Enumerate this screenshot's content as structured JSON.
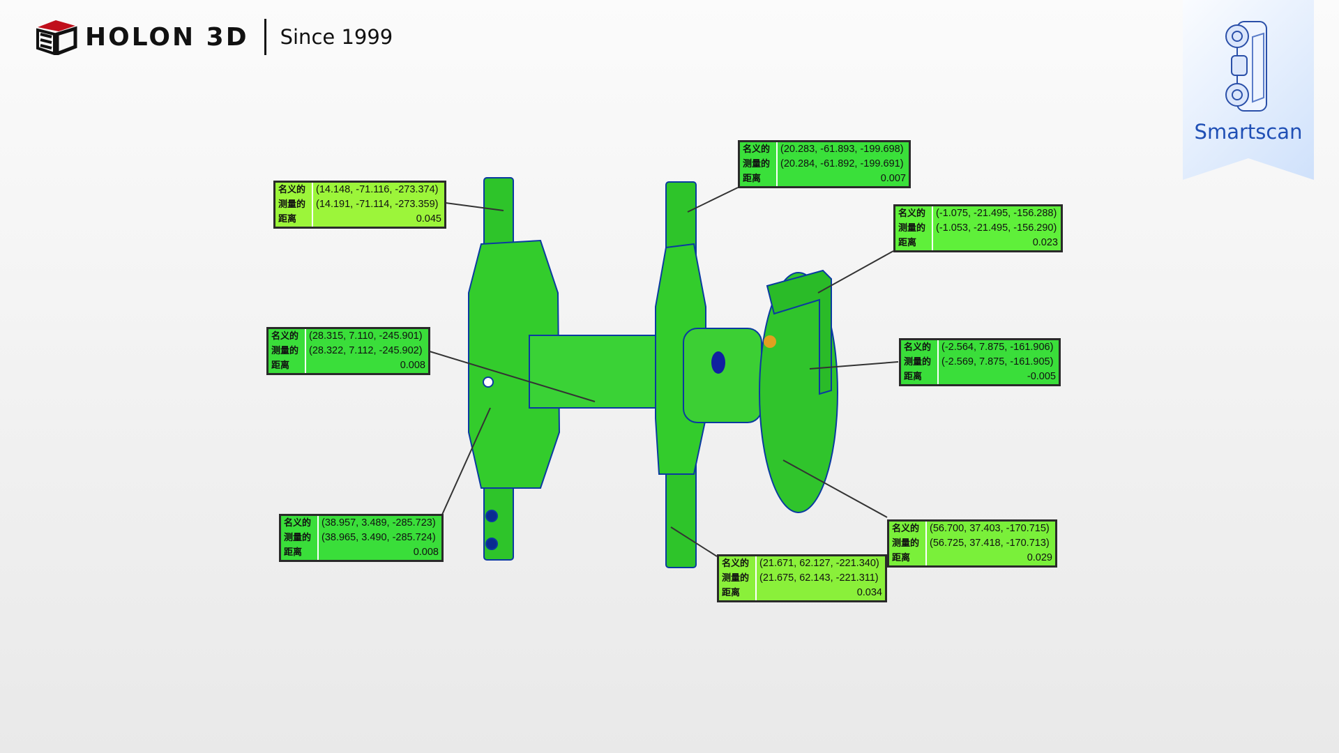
{
  "header": {
    "brand": "HOLON 3D",
    "tagline": "Since 1999"
  },
  "badge": {
    "label": "Smartscan"
  },
  "row_labels": {
    "nominal": "名义的",
    "measured": "测量的",
    "distance": "距离"
  },
  "annotations": [
    {
      "nominal": "(14.148, -71.116, -273.374)",
      "measured": "(14.191, -71.114, -273.359)",
      "distance": "0.045",
      "color": "#9cf53a"
    },
    {
      "nominal": "(20.283, -61.893, -199.698)",
      "measured": "(20.284, -61.892, -199.691)",
      "distance": "0.007",
      "color": "#3ae03a"
    },
    {
      "nominal": "(-1.075, -21.495, -156.288)",
      "measured": "(-1.053, -21.495, -156.290)",
      "distance": "0.023",
      "color": "#5ff03a"
    },
    {
      "nominal": "(28.315, 7.110, -245.901)",
      "measured": "(28.322, 7.112, -245.902)",
      "distance": "0.008",
      "color": "#3ade3a"
    },
    {
      "nominal": "(-2.564, 7.875, -161.906)",
      "measured": "(-2.569, 7.875, -161.905)",
      "distance": "-0.005",
      "color": "#3ade3a"
    },
    {
      "nominal": "(38.957, 3.489, -285.723)",
      "measured": "(38.965, 3.490, -285.724)",
      "distance": "0.008",
      "color": "#3ade3a"
    },
    {
      "nominal": "(21.671, 62.127, -221.340)",
      "measured": "(21.675, 62.143, -221.311)",
      "distance": "0.034",
      "color": "#8af03a"
    },
    {
      "nominal": "(56.700, 37.403, -170.715)",
      "measured": "(56.725, 37.418, -170.713)",
      "distance": "0.029",
      "color": "#7af03a"
    }
  ]
}
